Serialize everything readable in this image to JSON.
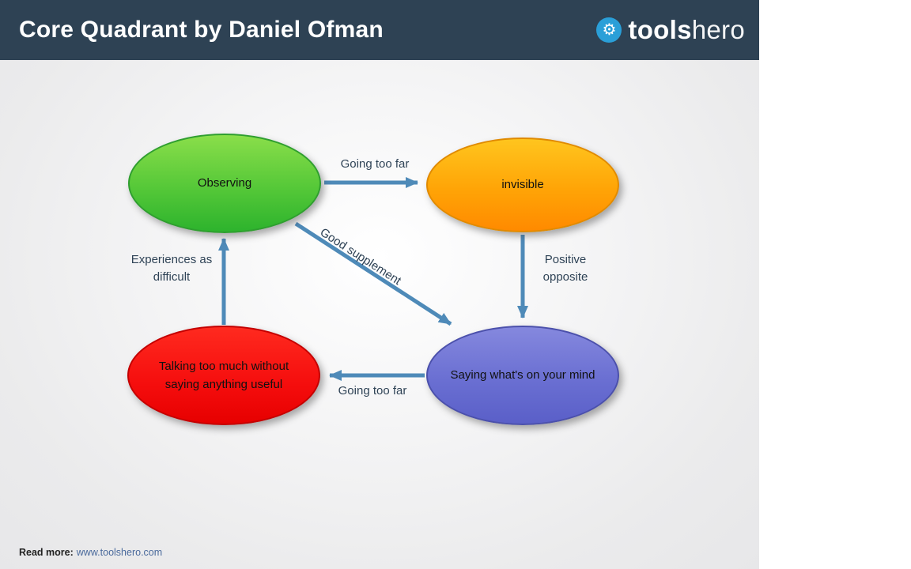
{
  "header": {
    "title": "Core Quadrant by Daniel Ofman",
    "logo": {
      "icon": "gear-icon",
      "bold": "tools",
      "light": "hero"
    }
  },
  "diagram": {
    "nodes": {
      "observing": {
        "label": "Observing",
        "color_top": "#8ade4a",
        "color_bottom": "#2db32d"
      },
      "invisible": {
        "label": "invisible",
        "color_top": "#ffc51e",
        "color_bottom": "#ff8a00"
      },
      "talking": {
        "label": "Talking too much without saying anything useful",
        "color_top": "#ff2a1f",
        "color_bottom": "#e60000"
      },
      "saying": {
        "label": "Saying what's on your mind",
        "color_top": "#8588de",
        "color_bottom": "#5a5fc8"
      }
    },
    "edge_labels": {
      "going_too_far_top": "Going too far",
      "positive_opposite": "Positive opposite",
      "going_too_far_bottom": "Going too far",
      "experiences_as_difficult": "Experiences as difficult",
      "good_supplement": "Good supplement"
    },
    "colors": {
      "arrow": "#4e8ab8",
      "header_background": "#2e4254",
      "label_text": "#2f4356"
    }
  },
  "footer": {
    "read_more": "Read more:",
    "url": "www.toolshero.com"
  }
}
